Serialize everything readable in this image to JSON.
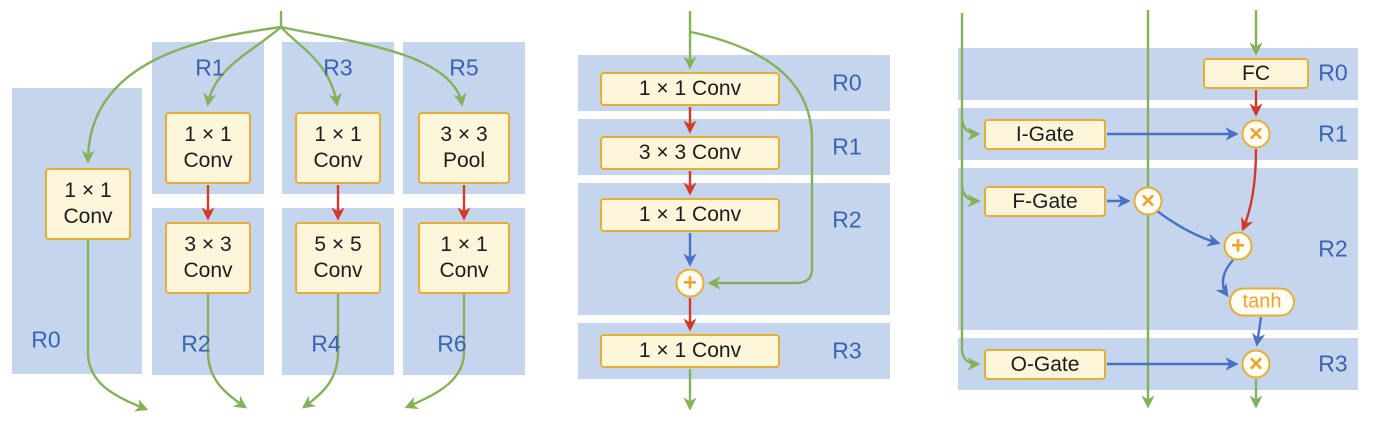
{
  "colors": {
    "region_bg": "#c5d5ee",
    "box_fill": "#fdf6da",
    "box_border": "#e5ae35",
    "label_blue": "#3a64b0",
    "arrow_green": "#85b15a",
    "arrow_red": "#d23a28",
    "arrow_blue": "#4a71c2",
    "operator_orange": "#eca32f"
  },
  "left": {
    "labels": {
      "r0": "R0",
      "r1": "R1",
      "r2": "R2",
      "r3": "R3",
      "r4": "R4",
      "r5": "R5",
      "r6": "R6"
    },
    "boxes": {
      "r0": {
        "l1": "1 × 1",
        "l2": "Conv"
      },
      "r1": {
        "l1": "1 × 1",
        "l2": "Conv"
      },
      "r2": {
        "l1": "3 × 3",
        "l2": "Conv"
      },
      "r3": {
        "l1": "1 × 1",
        "l2": "Conv"
      },
      "r4": {
        "l1": "5 × 5",
        "l2": "Conv"
      },
      "r5": {
        "l1": "3 × 3",
        "l2": "Pool"
      },
      "r6": {
        "l1": "1 × 1",
        "l2": "Conv"
      }
    }
  },
  "middle": {
    "labels": {
      "r0": "R0",
      "r1": "R1",
      "r2": "R2",
      "r3": "R3"
    },
    "boxes": {
      "conv1": "1 × 1 Conv",
      "conv2": "3 × 3 Conv",
      "conv3": "1 × 1 Conv",
      "conv4": "1 × 1 Conv"
    },
    "ops": {
      "add": "+"
    }
  },
  "right": {
    "labels": {
      "r0": "R0",
      "r1": "R1",
      "r2": "R2",
      "r3": "R3"
    },
    "boxes": {
      "fc": "FC",
      "i_gate": "I-Gate",
      "f_gate": "F-Gate",
      "o_gate": "O-Gate"
    },
    "ops": {
      "mul_i": "×",
      "mul_f": "×",
      "add": "+",
      "tanh": "tanh",
      "mul_o": "×"
    }
  }
}
